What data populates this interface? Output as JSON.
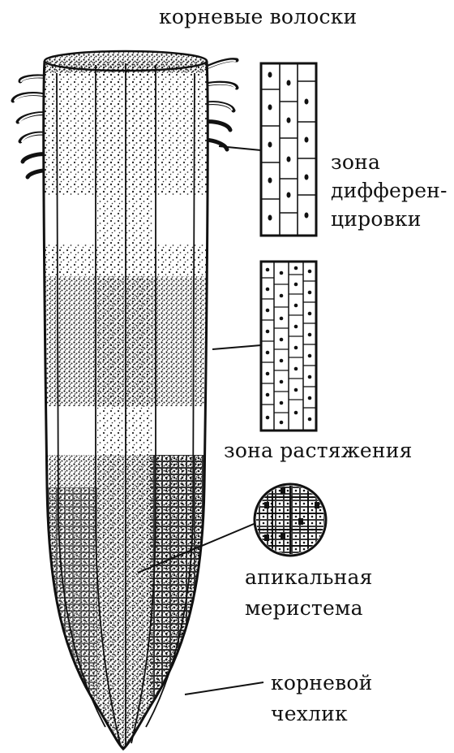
{
  "labels": {
    "root_hairs": "корневые волоски",
    "differentiation_zone": [
      "зона",
      "дифферен-",
      "цировки"
    ],
    "elongation_zone": "зона растяжения",
    "apical_meristem": [
      "апикальная",
      "меристема"
    ],
    "root_cap": [
      "корневой",
      "чехлик"
    ]
  },
  "colors": {
    "ink": "#111111",
    "background": "#ffffff"
  }
}
